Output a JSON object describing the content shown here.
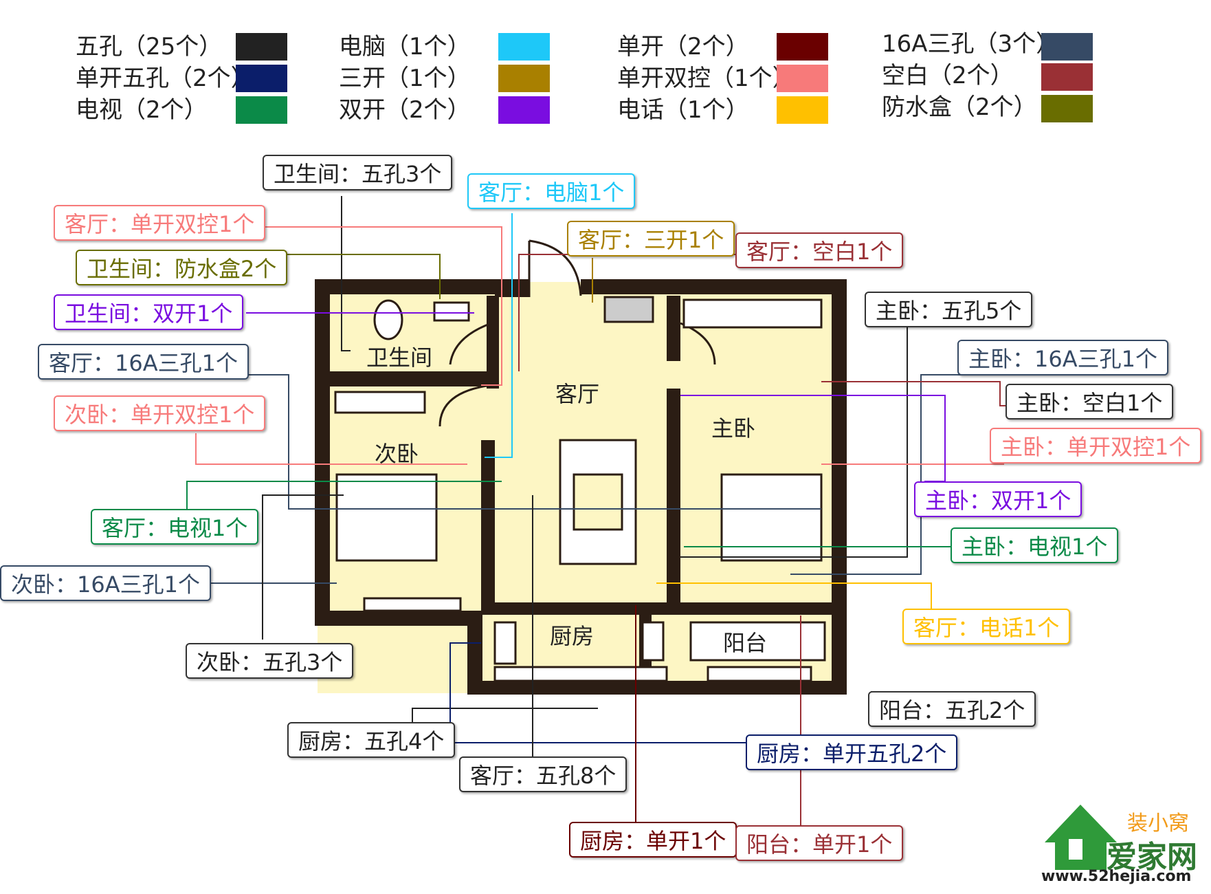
{
  "legend": [
    {
      "label": "五孔（25个）",
      "color": "#222222"
    },
    {
      "label": "单开五孔（2个）",
      "color": "#0b1e6a"
    },
    {
      "label": "电视（2个）",
      "color": "#0b8a48"
    },
    {
      "label": "电脑（1个）",
      "color": "#1ec8f8"
    },
    {
      "label": "三开（1个）",
      "color": "#a98000"
    },
    {
      "label": "双开（2个）",
      "color": "#7a0de0"
    },
    {
      "label": "单开（2个）",
      "color": "#6a0000"
    },
    {
      "label": "单开双控（1个）",
      "color": "#f77a7a"
    },
    {
      "label": "电话（1个）",
      "color": "#ffc000"
    },
    {
      "label": "16A三孔（3个）",
      "color": "#364a65"
    },
    {
      "label": "空白（2个）",
      "color": "#9a3035"
    },
    {
      "label": "防水盒（2个）",
      "color": "#696d00"
    }
  ],
  "rooms": {
    "bathroom": "卫生间",
    "second_bedroom": "次卧",
    "living_room": "客厅",
    "master_bedroom": "主卧",
    "kitchen": "厨房",
    "balcony": "阳台"
  },
  "callouts": {
    "bath_five_hole": "卫生间：五孔3个",
    "living_computer": "客厅：电脑1个",
    "living_single_dual_ctrl": "客厅：单开双控1个",
    "living_triple": "客厅：三开1个",
    "living_blank": "客厅：空白1个",
    "bath_waterproof": "卫生间：防水盒2个",
    "bath_double": "卫生间：双开1个",
    "master_five_hole": "主卧：五孔5个",
    "living_16a": "客厅：16A三孔1个",
    "master_16a": "主卧：16A三孔1个",
    "second_single_dual_ctrl": "次卧：单开双控1个",
    "master_blank": "主卧：空白1个",
    "master_single_dual_ctrl": "主卧：单开双控1个",
    "master_double": "主卧：双开1个",
    "living_tv": "客厅：电视1个",
    "master_tv": "主卧：电视1个",
    "second_16a": "次卧：16A三孔1个",
    "living_phone": "客厅：电话1个",
    "second_five_hole": "次卧：五孔3个",
    "balcony_five_hole": "阳台：五孔2个",
    "kitchen_five_hole": "厨房：五孔4个",
    "kitchen_single_five_hole": "厨房：单开五孔2个",
    "living_five_hole": "客厅：五孔8个",
    "kitchen_single": "厨房：单开1个",
    "balcony_single": "阳台：单开1个"
  },
  "logo": {
    "brand": "爱家网",
    "sub": "装小窝",
    "url": "www.52hejia.com"
  }
}
